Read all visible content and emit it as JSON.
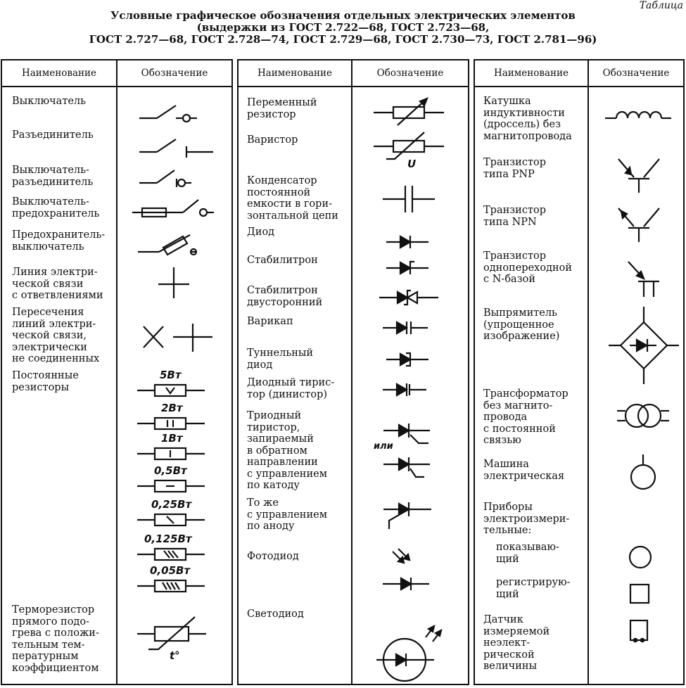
{
  "corner_label": "Таблица",
  "title": {
    "line1": "Условные графическое обозначения отдельных электрических элементов",
    "line2": "(выдержки из ГОСТ 2.722—68, ГОСТ 2.723—68,",
    "line3": "ГОСТ 2.727—68, ГОСТ 2.728—74, ГОСТ 2.729—68, ГОСТ 2.730—73, ГОСТ 2.781—96)"
  },
  "header": {
    "name": "Наименование",
    "symbol": "Обозначение"
  },
  "col1": [
    "Выключатель",
    "Разъединитель",
    "Выключатель-\nразъединитель",
    "Выключатель-\nпредохранитель",
    "Предохранитель-\nвыключатель",
    "Линия электри-\nческой связи\nс ответвлениями",
    "Пересечения\nлиний электри-\nческой связи,\nэлектрически\nне соединенных",
    "Постоянные\nрезисторы",
    "Терморезистор\nпрямого подо-\nгрева с положи-\nтельным тем-\nпературным\nкоэффициентом"
  ],
  "resistor_labels": [
    "5Вт",
    "2Вт",
    "1Вт",
    "0,5Вт",
    "0,25Вт",
    "0,125Вт",
    "0,05Вт"
  ],
  "thermo_label": "t°",
  "col2": [
    "Переменный\nрезистор",
    "Варистор",
    "Конденсатор\nпостоянной\nемкости в гори-\nзонтальной цепи",
    "Диод",
    "Стабилитрон",
    "Стабилитрон\nдвусторонний",
    "Варикап",
    "Туннельный\nдиод",
    "Диодный тирис-\nтор (динистор)",
    "Триодный\nтиристор,\nзапираемый\nв обратном\nнаправлении\nс управлением\nпо катоду",
    "То же\nс управлением\nпо аноду",
    "Фотодиод",
    "Светодиод"
  ],
  "varistor_label": "U",
  "thyristor_or": "или",
  "col3": [
    "Катушка\nиндуктивности\n(дроссель) без\nмагнитопровода",
    "Транзистор\nтипа PNP",
    "Транзистор\nтипа NPN",
    "Транзистор\nоднопереходной\nс N-базой",
    "Выпрямитель\n(упрощенное\nизображение)",
    "Трансформатор\nбез магнито-\nпровода\nс постоянной\nсвязью",
    "Машина\nэлектрическая",
    "Приборы\nэлектроизмери-\nтельные:",
    "показываю-\nщий",
    "регистрирую-\nщий",
    "Датчик\nизмеряемой\nнеэлект-\nрической\nвеличины"
  ]
}
